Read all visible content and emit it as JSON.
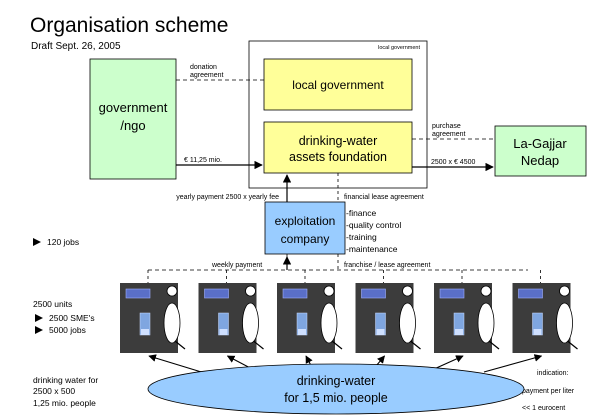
{
  "header": {
    "title": "Organisation scheme",
    "subtitle": "Draft Sept. 26, 2005"
  },
  "boxes": {
    "government_line1": "government",
    "government_line2": "/ngo",
    "local_gov_frame_label": "local government",
    "local_government": "local government",
    "foundation_line1": "drinking-water",
    "foundation_line2": "assets foundation",
    "lagajjar_line1": "La-Gajjar",
    "lagajjar_line2": "Nedap",
    "exploitation_line1": "exploitation",
    "exploitation_line2": "company",
    "ellipse_line1": "drinking-water",
    "ellipse_line2": "for 1,5 mio. people"
  },
  "tasks": [
    "-finance",
    "-quality control",
    "-training",
    "-maintenance"
  ],
  "edge_labels": {
    "donation_1": "donation",
    "donation_2": "agreement",
    "euro_amount": "€ 11,25 mio.",
    "purchase_1": "purchase",
    "purchase_2": "agreement",
    "units_price": "2500 x € 4500",
    "yearly_payment": "yearly payment 2500 x yearly fee",
    "financial_lease": "financial lease agreement",
    "weekly_payment": "weekly payment",
    "franchise": "franchise / lease agreement"
  },
  "side_notes": {
    "jobs_120": "120 jobs",
    "units_2500": "2500 units",
    "smes": "2500 SME's",
    "jobs_5000": "5000 jobs",
    "dw_1": "drinking water for",
    "dw_2": "2500 x 500",
    "dw_3": "1,25 mio. people",
    "ind_1": "indication:",
    "ind_2": "payment per liter",
    "ind_3": "<< 1 eurocent"
  },
  "colors": {
    "gov_fill": "#ccffcc",
    "yellow_fill": "#ffff99",
    "blue_fill": "#99ccff",
    "ellipse_fill": "#99ccff",
    "kiosk_panel": "#3c3c3c"
  },
  "kiosk_count": 6
}
